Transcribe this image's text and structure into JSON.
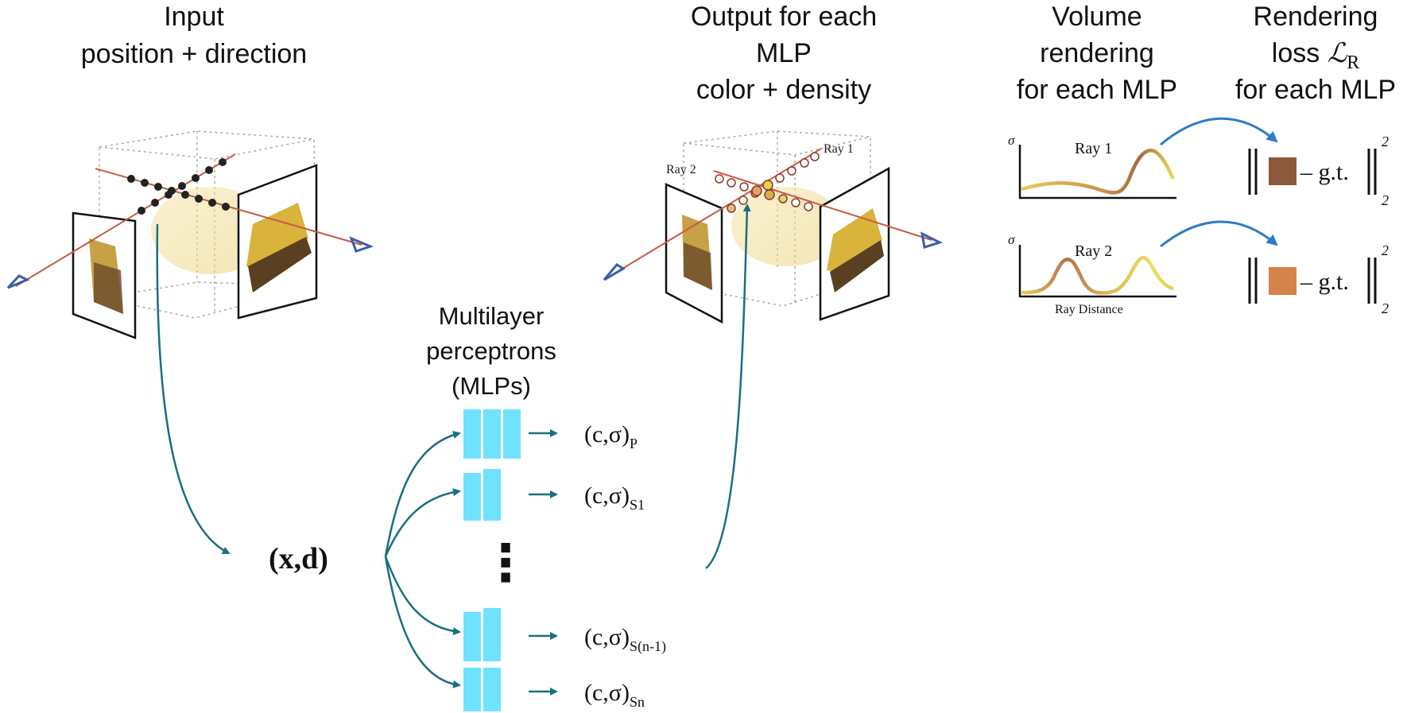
{
  "headings": {
    "input_line1": "Input",
    "input_line2": "position + direction",
    "output_line1": "Output for each",
    "output_line2": "MLP",
    "output_line3": "color + density",
    "volume_line1": "Volume",
    "volume_line2": "rendering",
    "volume_line3": "for each MLP",
    "loss_line1": "Rendering",
    "loss_line2_prefix": "loss ",
    "loss_symbol": "ℒ",
    "loss_subscript": "R",
    "loss_line3": "for each MLP"
  },
  "mlps": {
    "title_line1": "Multilayer",
    "title_line2": "perceptrons",
    "title_line3": "(MLPs)",
    "ellipsis": "⋮",
    "outputs": [
      {
        "label": "(c,σ)",
        "subscript": "P"
      },
      {
        "label": "(c,σ)",
        "subscript": "S1"
      },
      {
        "label": "(c,σ)",
        "subscript": "S(n-1)"
      },
      {
        "label": "(c,σ)",
        "subscript": "Sn"
      }
    ]
  },
  "input_vector": "(x,d)",
  "rays": {
    "ray1": "Ray 1",
    "ray2": "Ray 2"
  },
  "plots": {
    "sigma_symbol": "σ",
    "ray1_label": "Ray 1",
    "ray2_label": "Ray 2",
    "x_axis": "Ray Distance"
  },
  "loss": {
    "gt_text": "– g.t.",
    "sup": "2",
    "sub": "2",
    "ray1_color": "#8b5a3c",
    "ray2_color": "#d4834a"
  },
  "colors": {
    "teal_arrow": "#1a6f80",
    "blue_arrow": "#2e7cc6",
    "mlp_block": "#6fe2ff",
    "ray_red": "#c85a45",
    "ray_head": "#3a5ea8"
  }
}
